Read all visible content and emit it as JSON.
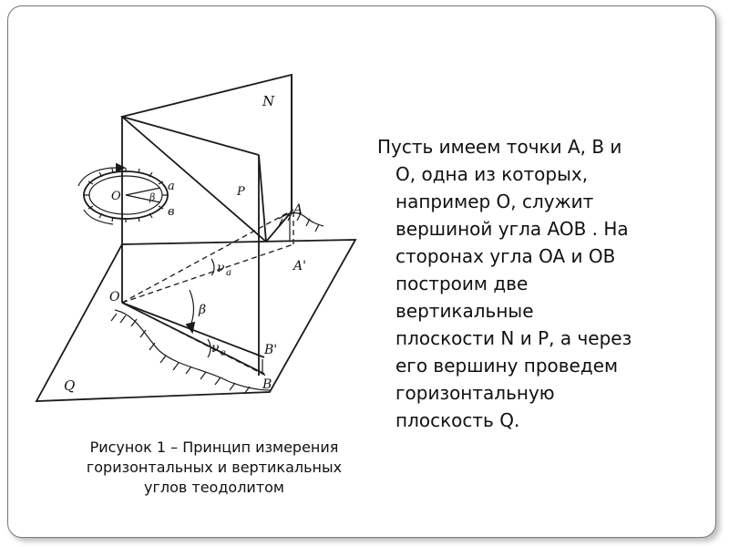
{
  "body_text": {
    "lines": [
      "Пусть имеем точки A, B и",
      "O, одна из которых,",
      "например O, служит",
      "вершиной угла AOB . На",
      "сторонах угла OA и OB",
      "построим две",
      "вертикальные",
      "плоскости N и P, а через",
      "его вершину проведем",
      "горизонтальную",
      "плоскость Q."
    ]
  },
  "caption": {
    "lines": [
      "Рисунок 1 – Принцип измерения",
      "горизонтальных и вертикальных",
      "углов теодолитом"
    ]
  },
  "figure": {
    "labels": {
      "plane_n": "N",
      "plane_p": "P",
      "plane_q": "Q",
      "point_o": "O",
      "point_a": "A",
      "point_a_proj": "A'",
      "point_b": "B",
      "point_b_proj": "B'",
      "angle_beta": "β",
      "angle_nu_a": "ν",
      "angle_nu_a_sub": "a",
      "angle_nu_b": "ν",
      "angle_nu_b_sub": "в",
      "circle_o": "O",
      "circle_beta": "β",
      "circle_a": "a",
      "circle_b": "в"
    }
  }
}
